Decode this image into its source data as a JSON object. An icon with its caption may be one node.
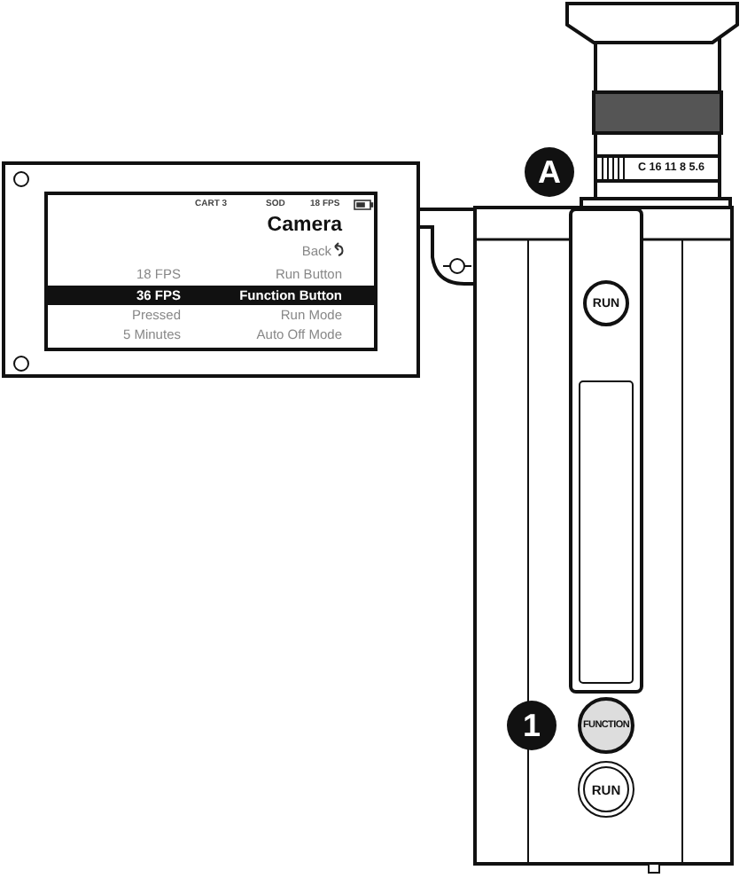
{
  "diagram": {
    "nodes": [
      {
        "text": [
          "A"
        ]
      },
      {
        "text": [
          "RUN"
        ]
      },
      {
        "text": [
          "1"
        ]
      },
      {
        "text": [
          "FUNCTION"
        ]
      },
      {
        "text": [
          "RUN"
        ]
      }
    ],
    "edges": [],
    "labels": [
      "CART 3",
      "SOD",
      "18 FPS",
      "Camera",
      "Back",
      "18 FPS",
      "Run Button",
      "36 FPS",
      "Function Button",
      "Pressed",
      "Run Mode",
      "5 Minutes",
      "Auto Off Mode",
      "C 16 11 8 5.6"
    ]
  }
}
